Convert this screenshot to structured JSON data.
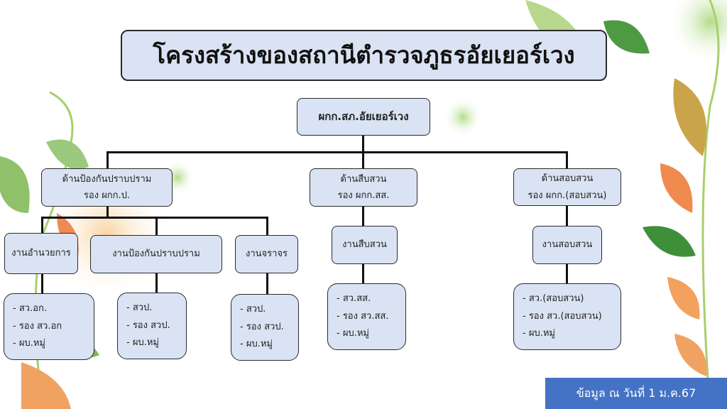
{
  "title": "โครงสร้างของสถานีตำรวจภูธรอัยเยอร์เวง",
  "root": "ผกก.สภ.อัยเยอร์เวง",
  "divisions": [
    {
      "line1": "ด้านป้องกันปราบปราม",
      "line2": "รอง ผกก.ป."
    },
    {
      "line1": "ด้านสืบสวน",
      "line2": "รอง ผกก.สส."
    },
    {
      "line1": "ด้านสอบสวน",
      "line2": "รอง ผกก.(สอบสวน)"
    }
  ],
  "units": [
    {
      "name": "งานอำนวยการ",
      "staff": [
        "- สว.อก.",
        "- รอง สว.อก",
        "- ผบ.หมู่"
      ]
    },
    {
      "name": "งานป้องกันปราบปราม",
      "staff": [
        "- สวป.",
        "- รอง สวป.",
        "- ผบ.หมู่"
      ]
    },
    {
      "name": "งานจราจร",
      "staff": [
        "- สวป.",
        "- รอง สวป.",
        "- ผบ.หมู่"
      ]
    },
    {
      "name": "งานสืบสวน",
      "staff": [
        "- สว.สส.",
        "- รอง สว.สส.",
        "- ผบ.หมู่"
      ]
    },
    {
      "name": "งานสอบสวน",
      "staff": [
        "- สว.(สอบสวน)",
        "- รอง สว.(สอบสวน)",
        "- ผบ.หมู่"
      ]
    }
  ],
  "footer": "ข้อมูล ณ วันที่ 1 ม.ค.67",
  "colors": {
    "box": "#dae3f3",
    "footer": "#4472c4"
  }
}
